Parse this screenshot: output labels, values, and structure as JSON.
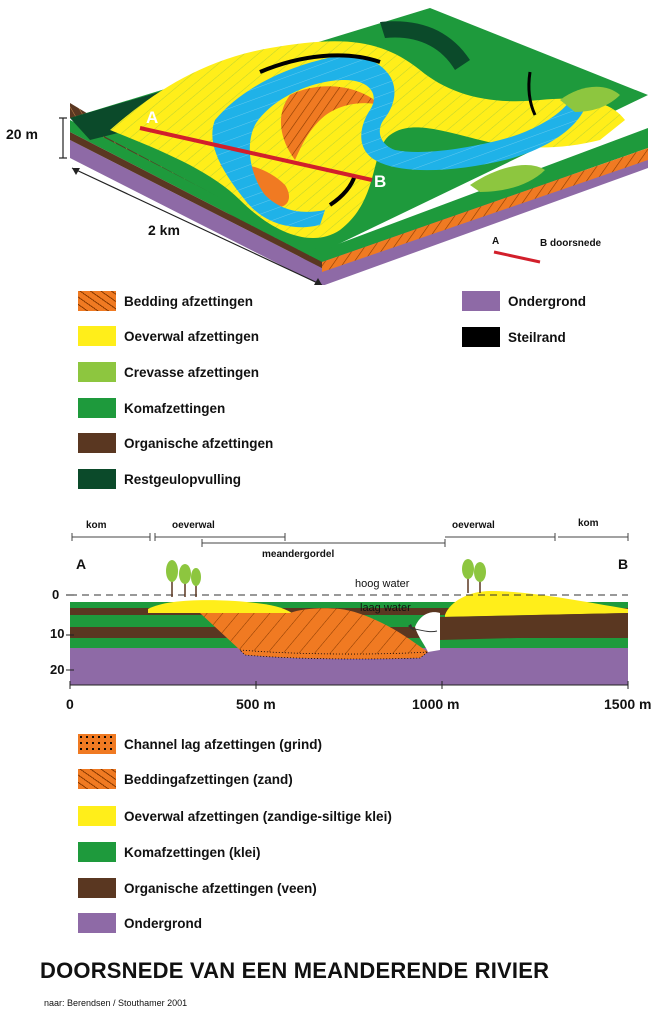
{
  "block_diagram": {
    "height_label": "20 m",
    "width_label": "2 km",
    "point_a": "A",
    "point_b": "B",
    "section_key": {
      "a": "A",
      "b": "B doorsnede"
    }
  },
  "legend_top": {
    "left": [
      {
        "label": "Bedding afzettingen",
        "color": "#f07a22",
        "hatch": true
      },
      {
        "label": "Oeverwal afzettingen",
        "color": "#ffee1a",
        "hatch": false
      },
      {
        "label": "Crevasse afzettingen",
        "color": "#8dc63f",
        "hatch": false
      },
      {
        "label": "Komafzettingen",
        "color": "#1e9a3c",
        "hatch": false
      },
      {
        "label": "Organische afzettingen",
        "color": "#5a3721",
        "hatch": false
      },
      {
        "label": "Restgeulopvulling",
        "color": "#0b4a2a",
        "hatch": false
      }
    ],
    "right": [
      {
        "label": "Ondergrond",
        "color": "#8e6aa6"
      },
      {
        "label": "Steilrand",
        "color": "#000000"
      }
    ]
  },
  "cross_section": {
    "zones": {
      "kom_left": "kom",
      "oeverwal_left": "oeverwal",
      "meandergordel": "meandergordel",
      "oeverwal_right": "oeverwal",
      "kom_right": "kom"
    },
    "end_a": "A",
    "end_b": "B",
    "high_water": "hoog water",
    "low_water": "laag water",
    "depth_ticks": [
      "0",
      "10",
      "20"
    ],
    "distance_ticks": [
      "0",
      "500 m",
      "1000 m",
      "1500 m"
    ]
  },
  "legend_bottom": [
    {
      "label": "Channel lag afzettingen (grind)",
      "color": "#f07a22",
      "pattern": "dots"
    },
    {
      "label": "Beddingafzettingen (zand)",
      "color": "#f07a22",
      "pattern": "hatch"
    },
    {
      "label": "Oeverwal afzettingen (zandige-siltige klei)",
      "color": "#ffee1a",
      "pattern": "none"
    },
    {
      "label": "Komafzettingen (klei)",
      "color": "#1e9a3c",
      "pattern": "none"
    },
    {
      "label": "Organische afzettingen (veen)",
      "color": "#5a3721",
      "pattern": "none"
    },
    {
      "label": "Ondergrond",
      "color": "#8e6aa6",
      "pattern": "none"
    }
  ],
  "title": "DOORSNEDE VAN EEN MEANDERENDE RIVIER",
  "source": "naar: Berendsen / Stouthamer 2001"
}
